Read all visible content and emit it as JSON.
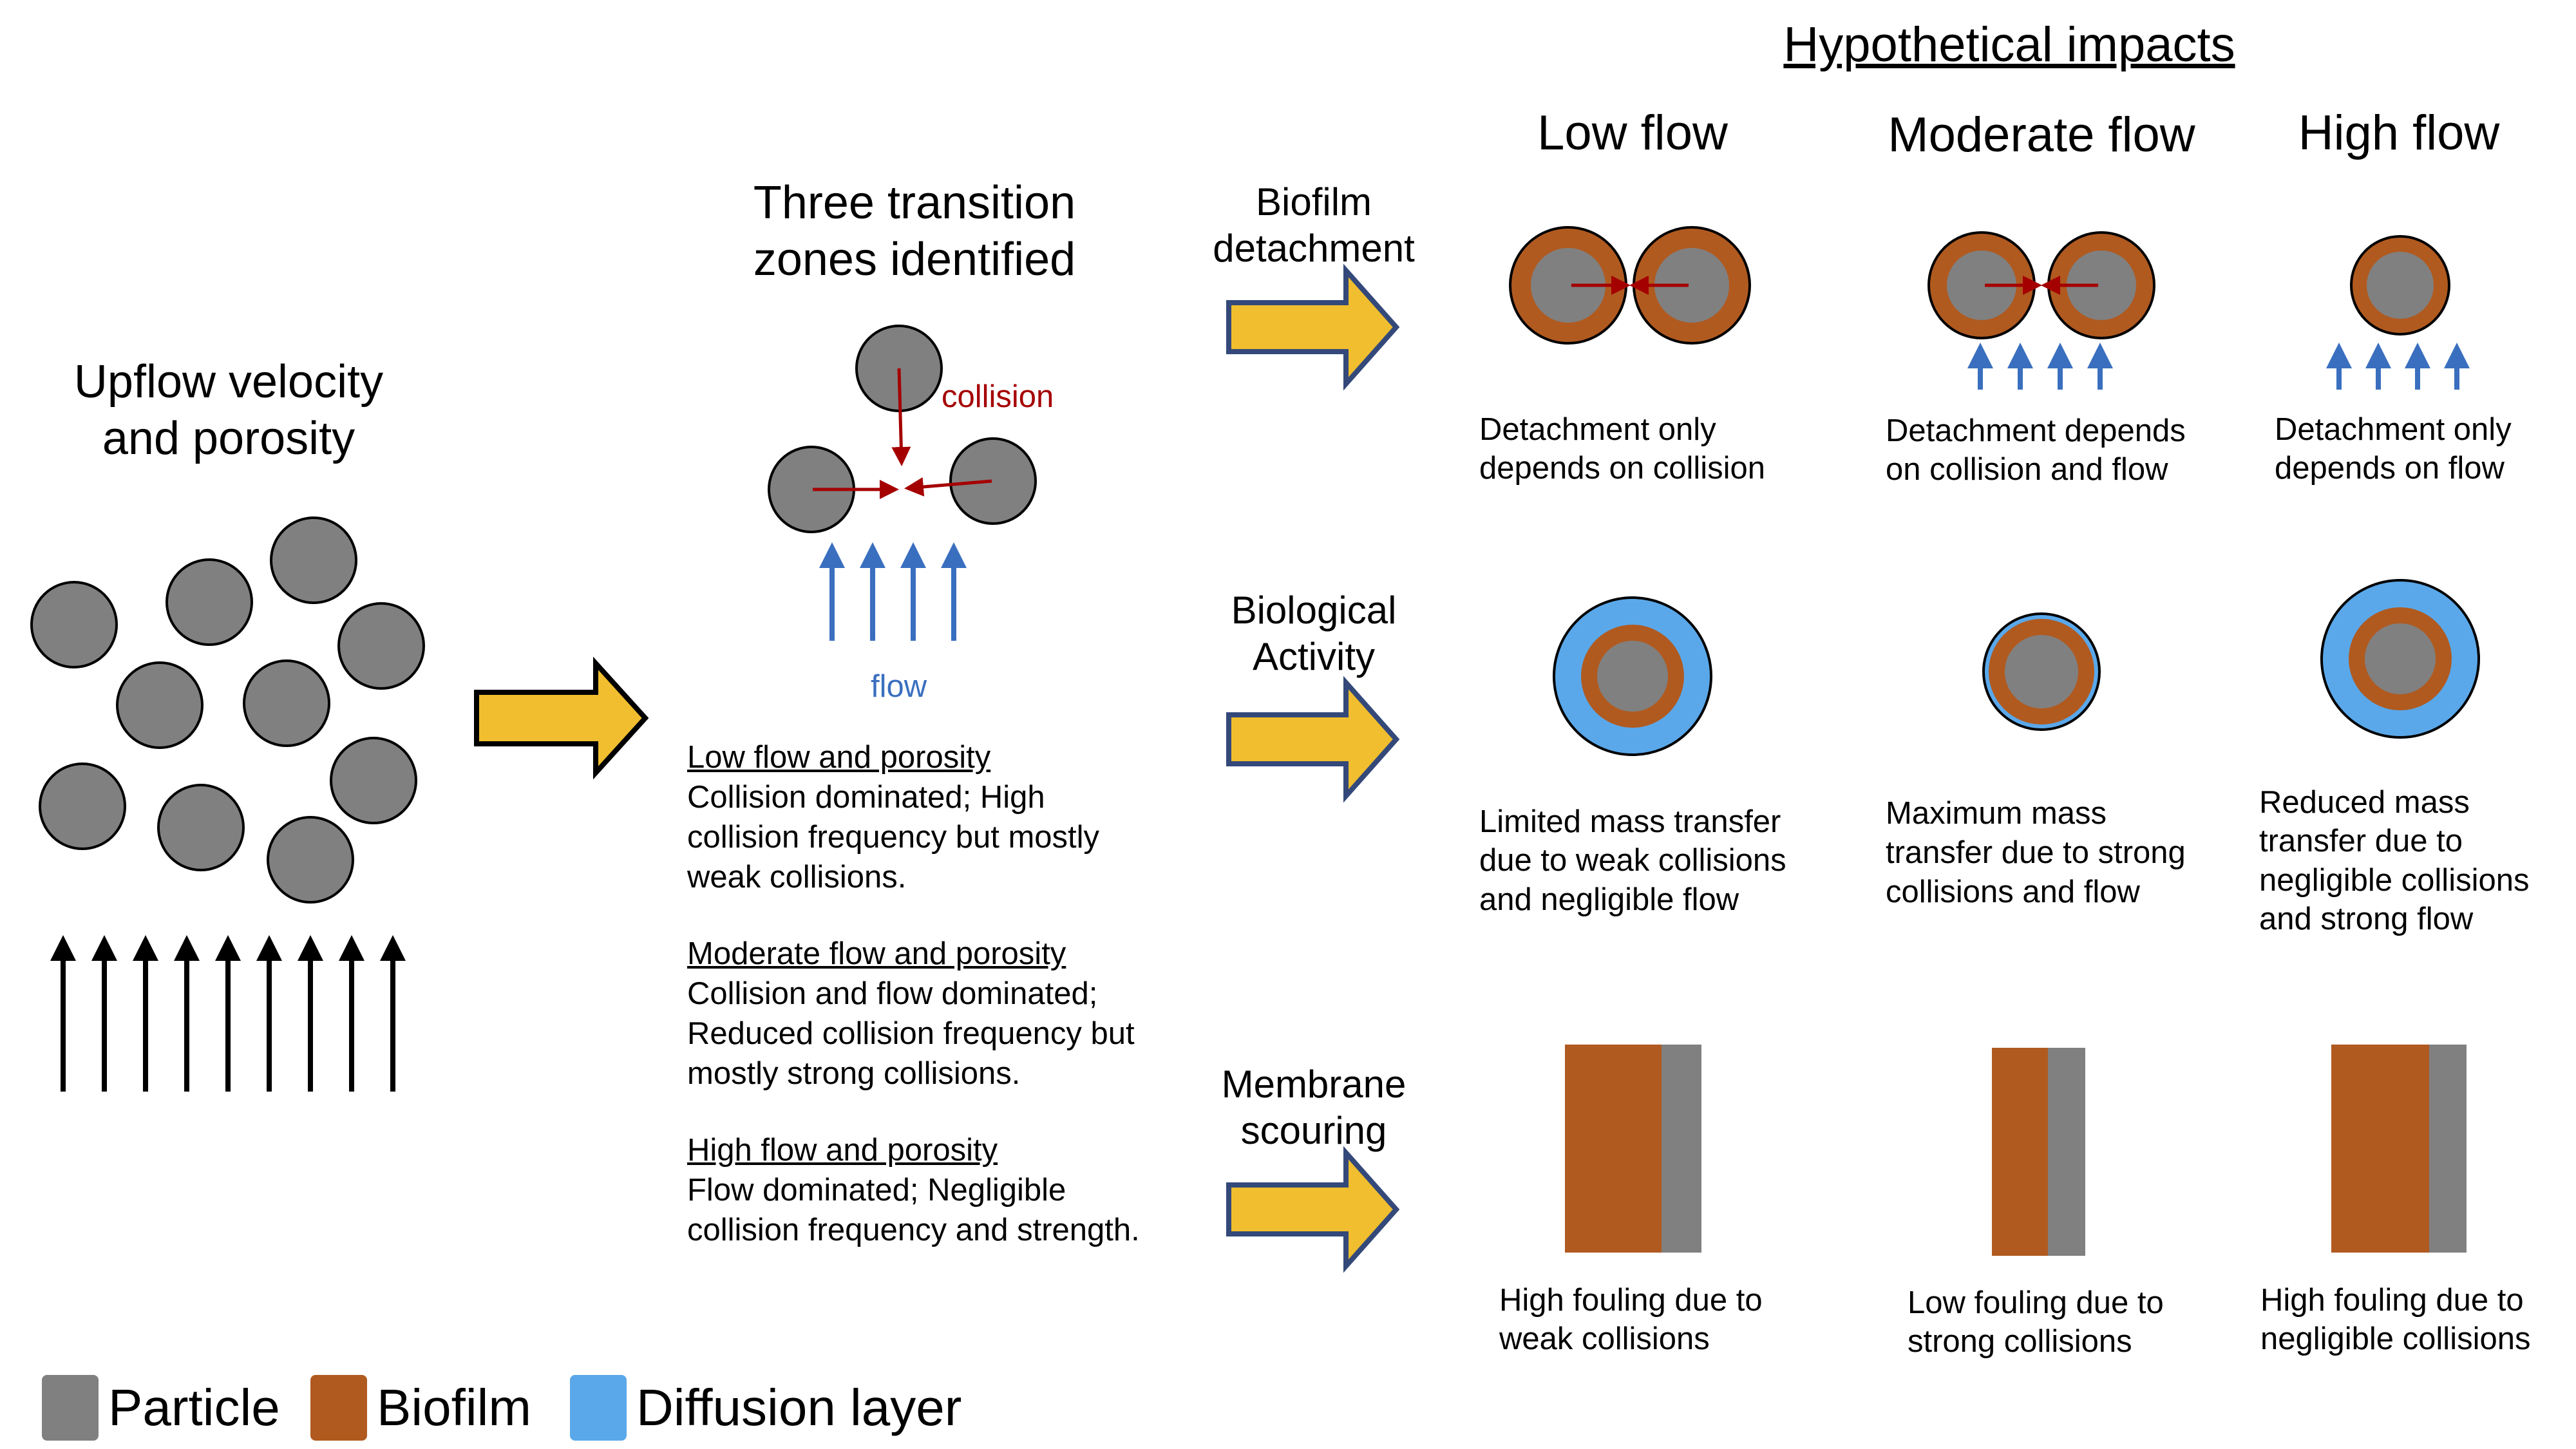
{
  "main_title": "Hypothetical impacts",
  "left": {
    "title_line1": "Upflow velocity",
    "title_line2": "and porosity"
  },
  "middle": {
    "title_line1": "Three transition",
    "title_line2": "zones identified",
    "collision_label": "collision",
    "flow_label": "flow",
    "zones": [
      {
        "heading": "Low flow and porosity",
        "lines": [
          "Collision dominated; High",
          "collision frequency but mostly",
          "weak collisions."
        ]
      },
      {
        "heading": "Moderate flow and porosity",
        "lines": [
          "Collision and flow dominated;",
          "Reduced collision frequency but",
          "mostly strong collisions."
        ]
      },
      {
        "heading": "High flow and porosity",
        "lines": [
          "Flow dominated; Negligible",
          "collision frequency and strength."
        ]
      }
    ]
  },
  "columns": [
    "Low flow",
    "Moderate flow",
    "High flow"
  ],
  "rows": [
    {
      "label_line1": "Biofilm",
      "label_line2": "detachment",
      "captions": [
        [
          "Detachment only",
          "depends on collision"
        ],
        [
          "Detachment depends",
          "on collision and flow"
        ],
        [
          "Detachment only",
          "depends on flow"
        ]
      ]
    },
    {
      "label_line1": "Biological",
      "label_line2": "Activity",
      "captions": [
        [
          "Limited mass transfer",
          "due to weak collisions",
          "and negligible flow"
        ],
        [
          "Maximum mass",
          "transfer due to strong",
          "collisions and flow"
        ],
        [
          "Reduced mass",
          "transfer due to",
          "negligible collisions",
          "and strong flow"
        ]
      ]
    },
    {
      "label_line1": "Membrane",
      "label_line2": "scouring",
      "captions": [
        [
          "High fouling due to",
          "weak collisions"
        ],
        [
          "Low fouling due to",
          "strong collisions"
        ],
        [
          "High fouling due to",
          "negligible collisions"
        ]
      ]
    }
  ],
  "legend": [
    {
      "label": "Particle",
      "color": "#808080"
    },
    {
      "label": "Biofilm",
      "color": "#b05a20"
    },
    {
      "label": "Diffusion layer",
      "color": "#5aa8ea"
    }
  ],
  "colors": {
    "particle": "#808080",
    "biofilm": "#b05a20",
    "diffusion": "#5aa8ea",
    "arrow_fill": "#f0be2e",
    "arrow_stroke": "#34497a",
    "collision_red": "#a50000",
    "flow_blue": "#3a6fbf"
  }
}
